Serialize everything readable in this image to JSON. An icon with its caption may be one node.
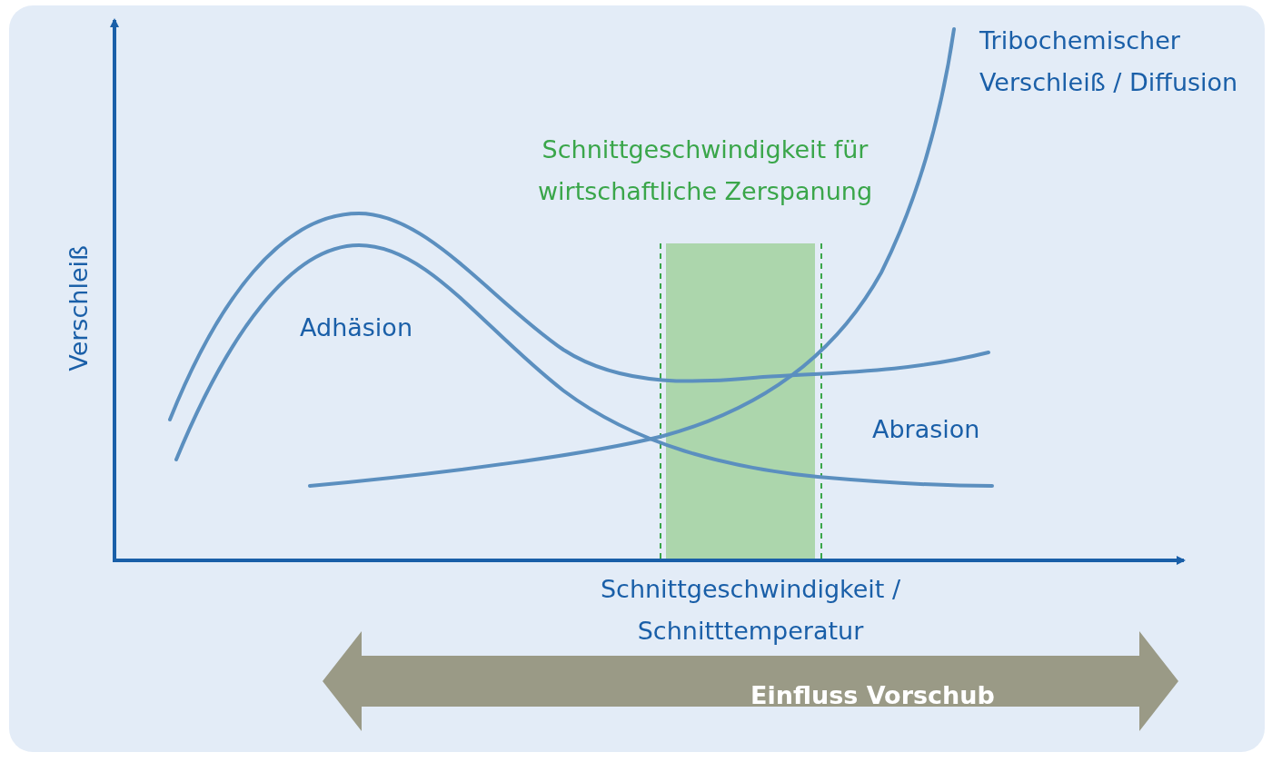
{
  "diagram": {
    "nodes": [
      {
        "text": [
          "Einfluss Vorschub"
        ]
      }
    ],
    "edges": [],
    "labels": [
      "Tribochemischer Verschleiß / Diffusion",
      "Schnittgeschwindigkeit für wirtschaftliche Zerspanung",
      "Verschleiß",
      "Adhäsion",
      "Abrasion",
      "Schnittgeschwindigkeit / Schnitttemperatur"
    ]
  }
}
